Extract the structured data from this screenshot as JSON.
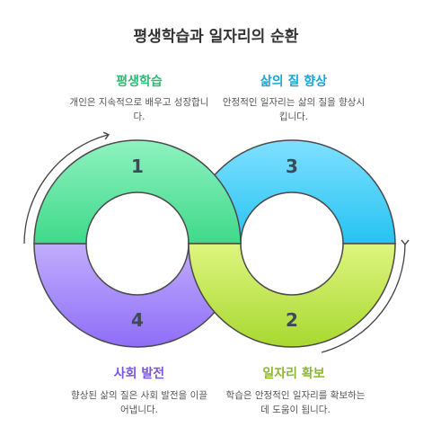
{
  "title": "평생학습과 일자리의 순환",
  "stages": [
    {
      "number": "1",
      "heading": "평생학습",
      "desc": "개인은 지속적으로 배우고 성장합니다.",
      "color": "#2bbd74"
    },
    {
      "number": "2",
      "heading": "일자리 확보",
      "desc": "학습은 안정적인 일자리를 확보하는 데 도움이 됩니다.",
      "color": "#8bb82a"
    },
    {
      "number": "3",
      "heading": "삶의 질 향상",
      "desc": "안정적인 일자리는 삶의 질을 향상시킵니다.",
      "color": "#1aa6d6"
    },
    {
      "number": "4",
      "heading": "사회 발전",
      "desc": "향상된 삶의 질은 사회 발전을 이끌어냅니다.",
      "color": "#7a55e0"
    }
  ]
}
